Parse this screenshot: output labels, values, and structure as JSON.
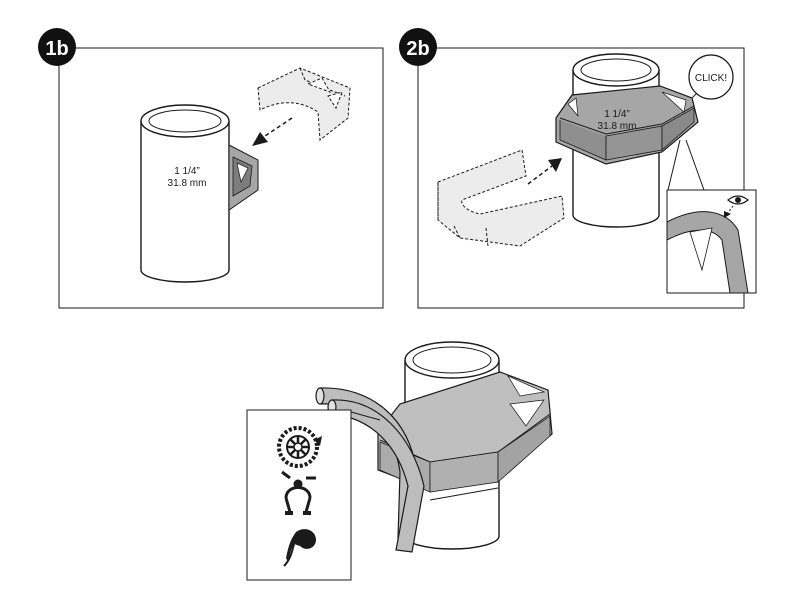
{
  "panel_1b": {
    "step_label": "1b",
    "tube_size": "1 1/4”",
    "tube_metric": "31.8 mm"
  },
  "panel_2b": {
    "step_label": "2b",
    "tube_size": "1 1/4”",
    "tube_metric": "31.8 mm",
    "click_text": "CLICK!",
    "inspect_icon": "eye-icon"
  },
  "panel_3": {
    "legend_icons": [
      "chainring-icon",
      "brake-caliper-icon",
      "brake-lever-icon"
    ]
  },
  "colors": {
    "line": "#1a1a1a",
    "clip_fill": "#a6a6a6",
    "clip_dark": "#7d7d7d",
    "ghost_fill": "#ececec",
    "cable_fill": "#bdbdbd"
  }
}
